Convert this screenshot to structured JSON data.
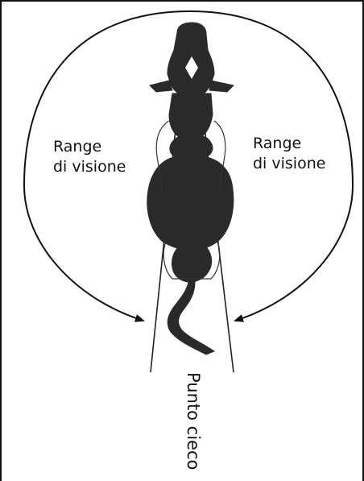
{
  "labels": {
    "vision_left_line1": "Range",
    "vision_left_line2": "di visione",
    "vision_right_line1": "Range",
    "vision_right_line2": "di visione",
    "blind_spot": "Punto cieco"
  },
  "colors": {
    "ink": "#111111",
    "silhouette": "#2a2a2a",
    "background": "#ffffff"
  }
}
